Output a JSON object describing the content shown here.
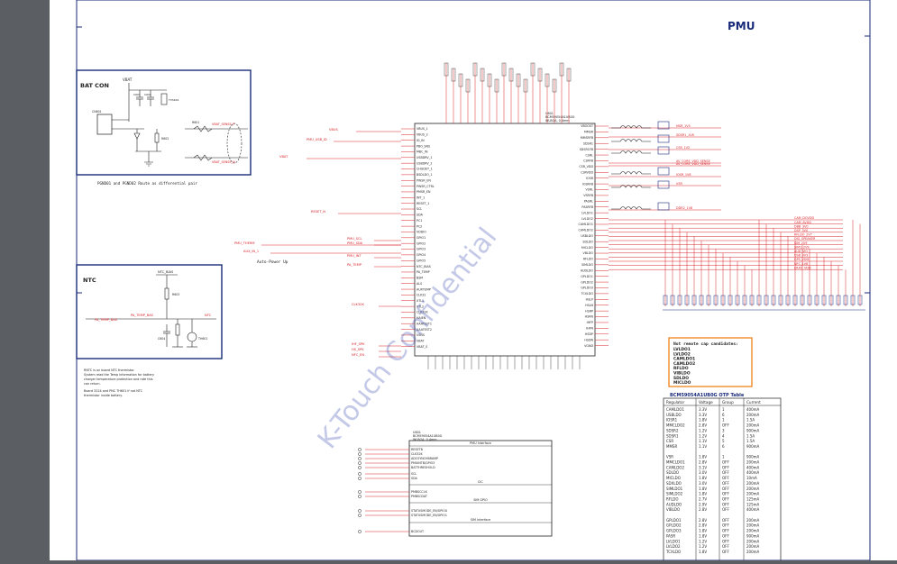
{
  "page_title": "PMU",
  "watermark": "K-Touch Confidential",
  "colors": {
    "wire": "#d8252b",
    "frame": "#1a2a7a",
    "note_border": "#f08c2b",
    "background": "#5b5f64"
  },
  "bat_con": {
    "title": "BAT  CON",
    "route_note": "PGND01 and PGND02 Route as differential pair",
    "labels": {
      "vbat": "VBAT",
      "vbat_sense_p": "VBAT_SENSE_P",
      "vbat_sense_n": "VBAT_SENSE_N",
      "cn601": "CN601",
      "r601": "R601",
      "r602": "R602",
      "c601": "C601",
      "c602": "C602",
      "tvs601": "TVS601"
    }
  },
  "ntc": {
    "title": "NTC",
    "ntc_bias": "NTC_BIAS",
    "pa_temp": "PA_TEMP_BAS",
    "ntc_net": "NTC",
    "r_ntc": "R603",
    "c_ntc": "C604",
    "th": "TH601"
  },
  "ntc_note": [
    "RNTC is on board NTC thermistor.",
    "System read the Temp information for battery",
    "charger temperature protection and rate this",
    "can return.",
    "Board 3224 and PNC TH601 if not NTC",
    "thermistor inside battery."
  ],
  "auto_power_up": "Auto-Power Up",
  "pmu_ic": {
    "ref": "U601",
    "part": "BCM59054A1UB0G",
    "package": "WLBGA, 0.4mm",
    "left_pins": [
      "VBUS_1",
      "VBUS_2",
      "ID_IN",
      "PBO_SNS",
      "MBC_IN",
      "USBDRV_1",
      "USBDRV_2",
      "CHGDET_1",
      "BSDLDO_1",
      "PWSR_EN",
      "PWSR_CTRL",
      "PMSR_EN",
      "INT_1",
      "RESET_1",
      "SCL",
      "SDA",
      "PC1",
      "PC2",
      "VDDIO",
      "GPIO1",
      "GPIO2",
      "GPIO3",
      "GPIO4",
      "GPIO5",
      "NTC_BIAS",
      "PA_TEMP",
      "BSM",
      "ALS",
      "AUXTEMP",
      "CLK32",
      "XTL1",
      "XTL2",
      "CLK32K",
      "HAIEN",
      "AAATEST1",
      "AAATEST2",
      "VSNS",
      "VBAT",
      "VBAT_S"
    ],
    "right_pins": [
      "VBOOST",
      "MMSR",
      "MMSRFB",
      "SDSR1",
      "SDSR1FB",
      "CSRL",
      "CSRFB",
      "CSR_VDD",
      "CSRVDD",
      "IOSR",
      "IOSRFB",
      "VSRL",
      "VSRFB",
      "PASRL",
      "PASRFB",
      "LVLDO1",
      "LVLDO2",
      "CAMLDO1",
      "CAMLDO2",
      "USBLDO",
      "SDLDO",
      "MICLDO",
      "VBLDO",
      "RFLDO",
      "SIMLDO",
      "AUDLDO",
      "GPLDO1",
      "GPLDO2",
      "GPLDO3",
      "TCXLDO",
      "HSLP",
      "HSLN",
      "HSRP",
      "HSRN",
      "IHFP",
      "IHFN",
      "HSDP",
      "HSDN",
      "VGND"
    ]
  },
  "right_nets": [
    "MSR_1V5",
    "SDSR1_1V8",
    "CSR_1V2",
    "AV_CORE_VDD_SENSE",
    "AV_CORE_VDD_SENSE",
    "IOSR_1V8",
    "VSR",
    "DDR2_1V8",
    "CAM_DOVDD",
    "CAM_AVDD",
    "DBB_3V0",
    "DSP_3V0",
    "RFLDO_2V7",
    "DIG_SPEAKER",
    "SIM_2V9",
    "SIM1_2V9",
    "AUD_VIO",
    "USB_3V3",
    "GPS_VDD",
    "NFC_1V8",
    "ERXO_VDD"
  ],
  "left_nets": [
    "PMU_USB_ID",
    "VBAT",
    "VBUS",
    "RESET_N",
    "PMU_SCL",
    "PMU_SDA",
    "PMU_THERM",
    "AUX_IN_1",
    "PMU_INT",
    "CLK32K",
    "PA_TEMP",
    "IHF_SPK",
    "HS_SPK",
    "NFC_EN"
  ],
  "second_ic": {
    "ref": "U601",
    "part": "BCM59054A1UB0G",
    "package": "WLBGA, 0.4mm",
    "pins": [
      "RESETB",
      "CLK32K",
      "ADCSYNCHBRAMP",
      "PMUINTB/GPIO3",
      "BATTHRESHOLD",
      "SCL",
      "SDA",
      "PMBSCCLK",
      "PMBSCDAT",
      "STATUSMODE_EN/GPIO0",
      "STATUSMODE_EN/GPIO1",
      "BCDOUT"
    ],
    "sections": [
      "PMU Interface",
      "I2C",
      "SIM GPIO",
      "SIM Interface"
    ]
  },
  "candidates": {
    "title": "Not remote cap candidates:",
    "items": [
      "LVLDO1",
      "LVLDO2",
      "CAMLDO1",
      "CAMLDO2",
      "RFLDO",
      "VIBLDO",
      "SDLDO",
      "MICLDO"
    ]
  },
  "otp_table": {
    "title": "BCM59054A1UB0G OTP Table",
    "columns": [
      "Regulator",
      "Voltage",
      "Group",
      "Current"
    ],
    "rows": [
      [
        "CAMLDO1",
        "3.3V",
        "1",
        "400mA"
      ],
      [
        "USBLDO",
        "3.3V",
        "6",
        "200mA"
      ],
      [
        "IOSR1",
        "1.8V",
        "1",
        "1.5A"
      ],
      [
        "MMCLDO2",
        "2.8V",
        "OFF",
        "200mA"
      ],
      [
        "SDSR2",
        "1.2V",
        "3",
        "900mA"
      ],
      [
        "SDSR1",
        "1.2V",
        "4",
        "1.5A"
      ],
      [
        "CSR",
        "1.1V",
        "5",
        "1.5A"
      ],
      [
        "MMSR",
        "1.1V",
        "6",
        "900mA"
      ],
      [
        "",
        "",
        "",
        ""
      ],
      [
        "VSR",
        "1.8V",
        "1",
        "900mA"
      ],
      [
        "MMCLDO1",
        "2.8V",
        "OFF",
        "200mA"
      ],
      [
        "CAMLDO2",
        "3.1V",
        "OFF",
        "400mA"
      ],
      [
        "SDLDO",
        "3.0V",
        "OFF",
        "400mA"
      ],
      [
        "MICLDO",
        "1.8V",
        "OFF",
        "10mA"
      ],
      [
        "SDXLDO",
        "3.0V",
        "OFF",
        "200mA"
      ],
      [
        "SIMLDO1",
        "1.8V",
        "OFF",
        "200mA"
      ],
      [
        "SIMLDO2",
        "1.8V",
        "OFF",
        "200mA"
      ],
      [
        "RFLDO",
        "2.7V",
        "OFF",
        "125mA"
      ],
      [
        "AUDLDO",
        "2.9V",
        "OFF",
        "125mA"
      ],
      [
        "VIBLDO",
        "2.8V",
        "OFF",
        "400mA"
      ],
      [
        "",
        "",
        "",
        ""
      ],
      [
        "GPLDO1",
        "2.8V",
        "OFF",
        "200mA"
      ],
      [
        "GPLDO2",
        "2.8V",
        "OFF",
        "200mA"
      ],
      [
        "GPLDO3",
        "1.8V",
        "OFF",
        "200mA"
      ],
      [
        "PASR",
        "1.8V",
        "OFF",
        "900mA"
      ],
      [
        "LVLDO1",
        "1.2V",
        "OFF",
        "200mA"
      ],
      [
        "LVLDO2",
        "1.2V",
        "OFF",
        "200mA"
      ],
      [
        "TCXLDO",
        "1.8V",
        "OFF",
        "200mA"
      ]
    ]
  }
}
